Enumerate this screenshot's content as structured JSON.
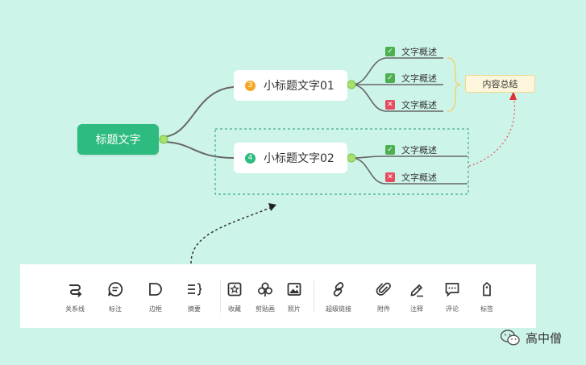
{
  "mindmap": {
    "root": "标题文字",
    "branch1": {
      "number": "3",
      "title": "小标题文字01",
      "color": "#f5a623"
    },
    "branch2": {
      "number": "4",
      "title": "小标题文字02",
      "color": "#2dbb7f"
    },
    "leaves1": [
      {
        "text": "文字概述",
        "status": "check"
      },
      {
        "text": "文字概述",
        "status": "check"
      },
      {
        "text": "文字概述",
        "status": "cross"
      }
    ],
    "leaves2": [
      {
        "text": "文字概述",
        "status": "check"
      },
      {
        "text": "文字概述",
        "status": "cross"
      }
    ],
    "summary": "内容总结"
  },
  "toolbar": {
    "items": [
      {
        "label": "关系线",
        "icon": "relation-line-icon"
      },
      {
        "label": "标注",
        "icon": "comment-bubble-icon"
      },
      {
        "label": "边框",
        "icon": "border-icon"
      },
      {
        "label": "摘要",
        "icon": "summary-icon"
      },
      {
        "label": "收藏",
        "icon": "favorite-icon"
      },
      {
        "label": "剪贴画",
        "icon": "clipart-icon"
      },
      {
        "label": "照片",
        "icon": "photo-icon"
      },
      {
        "label": "超级链接",
        "icon": "hyperlink-icon"
      },
      {
        "label": "附件",
        "icon": "attachment-icon"
      },
      {
        "label": "注释",
        "icon": "note-pencil-icon"
      },
      {
        "label": "评论",
        "icon": "review-icon"
      },
      {
        "label": "标签",
        "icon": "tag-icon"
      }
    ]
  },
  "watermark": {
    "text": "高中僧"
  },
  "colors": {
    "background": "#cdf4e9",
    "accent": "#2dbb7f",
    "check": "#4caf50",
    "cross": "#e84a5f",
    "connector": "#666666"
  }
}
